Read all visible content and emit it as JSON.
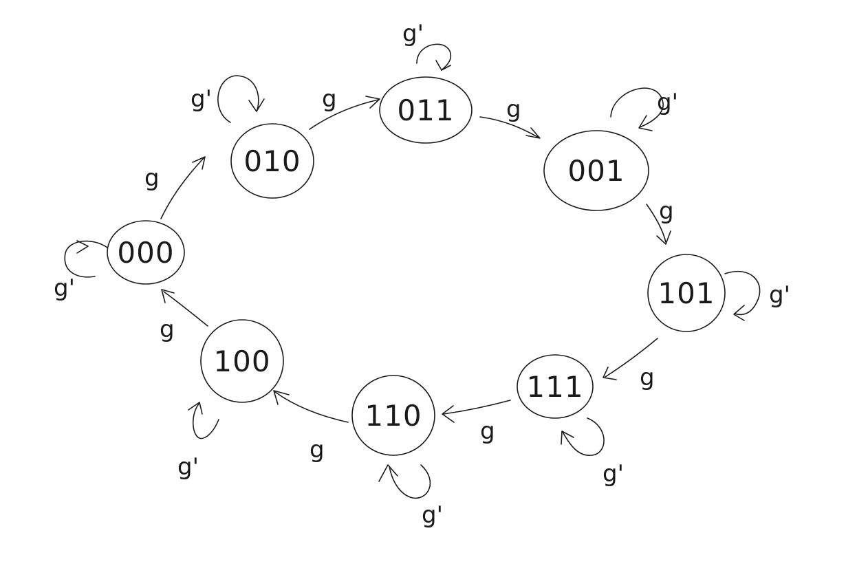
{
  "diagram": {
    "states": [
      {
        "id": "s011",
        "label": "011"
      },
      {
        "id": "s001",
        "label": "001"
      },
      {
        "id": "s101",
        "label": "101"
      },
      {
        "id": "s111",
        "label": "111"
      },
      {
        "id": "s110",
        "label": "110"
      },
      {
        "id": "s100",
        "label": "100"
      },
      {
        "id": "s000",
        "label": "000"
      },
      {
        "id": "s010",
        "label": "010"
      }
    ],
    "transitions": [
      {
        "from": "s011",
        "to": "s001",
        "label": "g"
      },
      {
        "from": "s001",
        "to": "s101",
        "label": "g"
      },
      {
        "from": "s101",
        "to": "s111",
        "label": "g"
      },
      {
        "from": "s111",
        "to": "s110",
        "label": "g"
      },
      {
        "from": "s110",
        "to": "s100",
        "label": "g"
      },
      {
        "from": "s100",
        "to": "s000",
        "label": "g"
      },
      {
        "from": "s000",
        "to": "s010",
        "label": "g"
      },
      {
        "from": "s010",
        "to": "s011",
        "label": "g"
      }
    ],
    "self_loops": [
      {
        "state": "s011",
        "label": "g'"
      },
      {
        "state": "s001",
        "label": "g'"
      },
      {
        "state": "s101",
        "label": "g'"
      },
      {
        "state": "s111",
        "label": "g'"
      },
      {
        "state": "s110",
        "label": "g'"
      },
      {
        "state": "s100",
        "label": "g'"
      },
      {
        "state": "s000",
        "label": "g'"
      },
      {
        "state": "s010",
        "label": "g'"
      }
    ]
  }
}
